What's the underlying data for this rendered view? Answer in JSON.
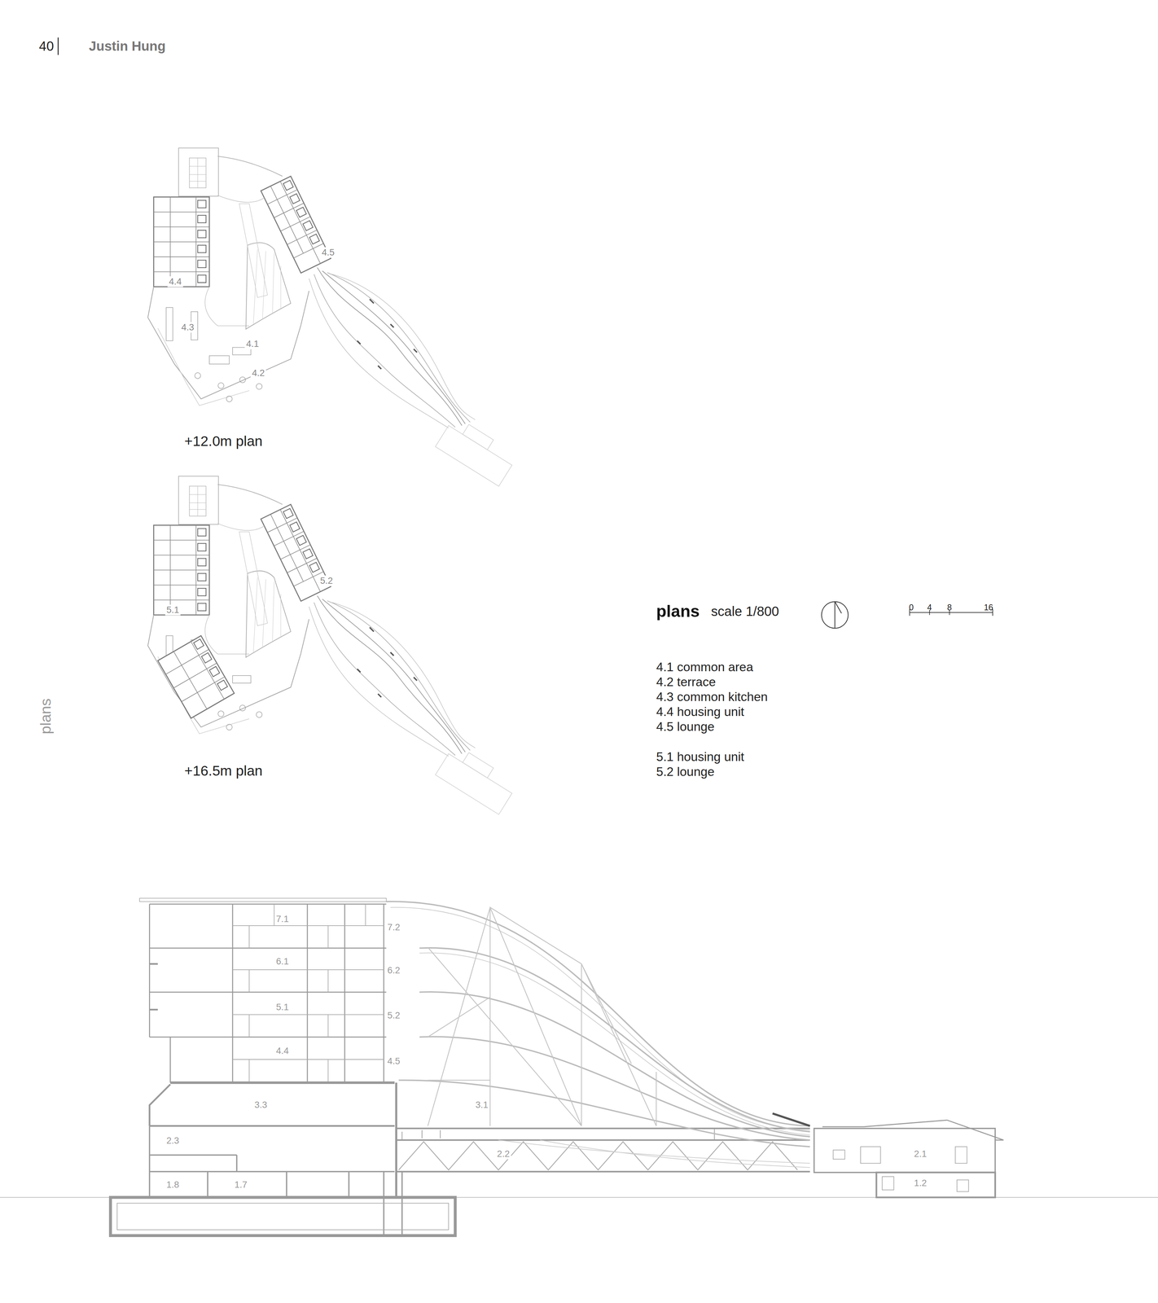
{
  "diagram": {
    "title": "plans",
    "labels": [
      "40",
      "Justin Hung",
      "plans",
      "+12.0m plan",
      "+16.5m plan",
      "scale 1/800",
      "0",
      "4",
      "8",
      "16",
      "4.1 common area",
      "4.2 terrace",
      "4.3 common kitchen",
      "4.4 housing unit",
      "4.5 lounge",
      "5.1 housing unit",
      "5.2 lounge",
      "4.5",
      "4.4",
      "4.3",
      "4.1",
      "4.2",
      "5.2",
      "5.1",
      "7.1",
      "7.2",
      "6.1",
      "6.2",
      "5.1",
      "5.2",
      "4.4",
      "4.5",
      "3.3",
      "3.1",
      "2.3",
      "2.2",
      "2.1",
      "1.8",
      "1.7",
      "1.2"
    ]
  }
}
